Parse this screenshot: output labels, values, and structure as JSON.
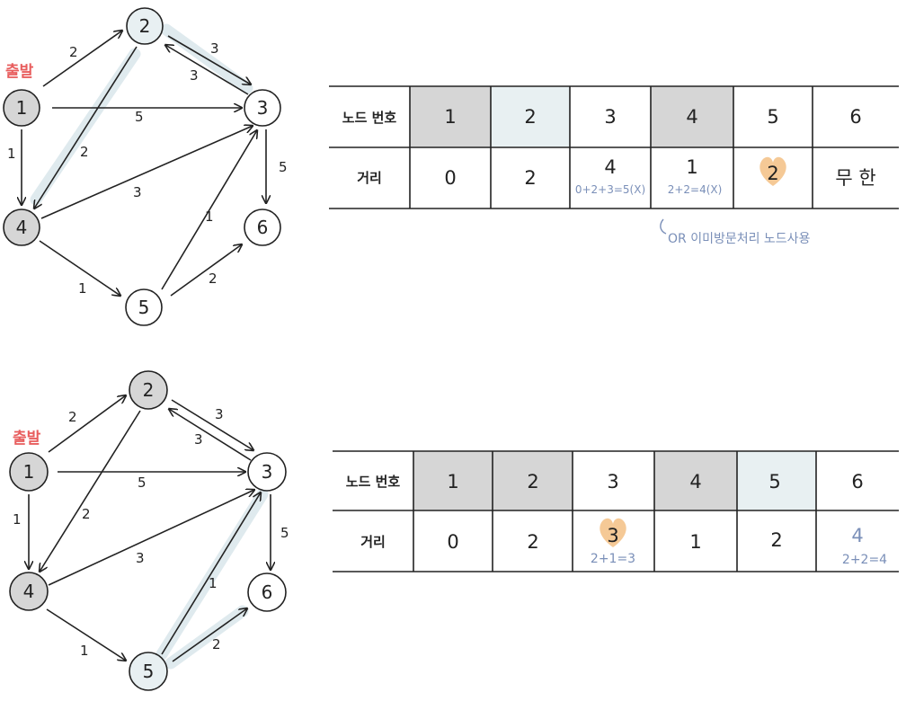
{
  "start_label": "출발",
  "nodes": [
    "1",
    "2",
    "3",
    "4",
    "5",
    "6"
  ],
  "weights": {
    "w12": "2",
    "w23": "3",
    "w32": "3",
    "w13": "5",
    "w14": "1",
    "w24": "2",
    "w43": "3",
    "w36": "5",
    "w53": "1",
    "w45": "1",
    "w56": "2"
  },
  "table_headers": {
    "node": "노드 번호",
    "dist": "거리"
  },
  "step1": {
    "numbers": [
      "1",
      "2",
      "3",
      "4",
      "5",
      "6"
    ],
    "dist": [
      "0",
      "2",
      "4",
      "1",
      "2",
      "무 한"
    ],
    "notes": {
      "c3": "0+2+3=5(X)",
      "c4": "2+2=4(X)"
    },
    "footnote": "OR 이미방문처리 노드사용"
  },
  "step2": {
    "numbers": [
      "1",
      "2",
      "3",
      "4",
      "5",
      "6"
    ],
    "dist": [
      "0",
      "2",
      "3",
      "1",
      "2",
      "4"
    ],
    "notes": {
      "c3": "2+1=3",
      "c6": "2+2=4"
    }
  },
  "colors": {
    "visited": "#d6d6d6",
    "current": "#e8f0f2",
    "highlight_stroke": "#dfeaee",
    "heart": "#f5c996",
    "start_text": "#e85d5d",
    "note_text": "#7a8fb8"
  }
}
